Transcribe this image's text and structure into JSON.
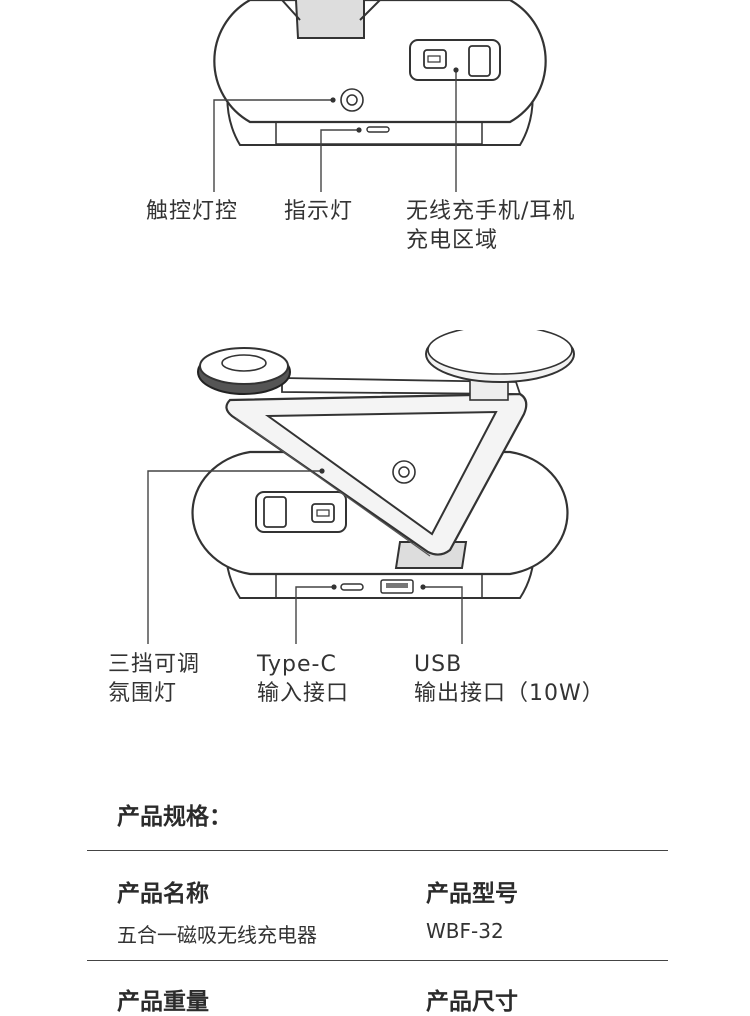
{
  "top_diagram": {
    "labels": [
      {
        "id": "touch",
        "lines": [
          "触控灯控"
        ]
      },
      {
        "id": "indicator",
        "lines": [
          "指示灯"
        ]
      },
      {
        "id": "wireless",
        "lines": [
          "无线充手机/耳机",
          "充电区域"
        ]
      }
    ]
  },
  "bottom_diagram": {
    "labels": [
      {
        "id": "ambient",
        "lines": [
          "三挡可调",
          "氛围灯"
        ]
      },
      {
        "id": "typec",
        "lines": [
          "Type-C",
          "输入接口"
        ]
      },
      {
        "id": "usb",
        "lines": [
          "USB",
          "输出接口（10W）"
        ]
      }
    ]
  },
  "specs": {
    "title": "产品规格：",
    "rows": [
      {
        "left_label": "产品名称",
        "left_value": "五合一磁吸无线充电器",
        "right_label": "产品型号",
        "right_value": "WBF-32"
      },
      {
        "left_label": "产品重量",
        "left_value": "",
        "right_label": "产品尺寸",
        "right_value": ""
      }
    ]
  }
}
